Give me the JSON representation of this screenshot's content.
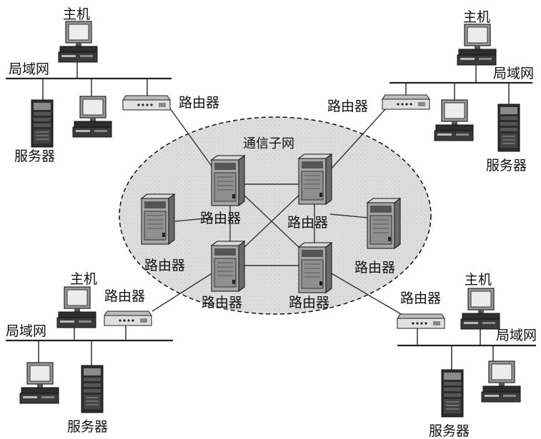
{
  "diagram": {
    "subnet_label": "通信子网",
    "groups": {
      "top_left": {
        "host": "主机",
        "lan": "局域网",
        "server": "服务器",
        "router": "路由器"
      },
      "top_right": {
        "host": "主机",
        "lan": "局域网",
        "server": "服务器",
        "router": "路由器"
      },
      "bottom_left": {
        "host": "主机",
        "lan": "局域网",
        "server": "服务器",
        "router": "路由器"
      },
      "bottom_right": {
        "host": "主机",
        "lan": "局域网",
        "server": "服务器",
        "router": "路由器"
      }
    },
    "core_routers": {
      "upper_center": "路由器",
      "upper_right": "路由器",
      "left": "路由器",
      "lower_center": "路由器",
      "right": "路由器"
    },
    "icons": {
      "host": "desktop-computer-icon",
      "server": "tower-server-icon",
      "router": "router-device-icon",
      "core_router": "core-router-cabinet-icon"
    },
    "colors": {
      "ink": "#111111",
      "cloud_fill": "#dcdcdc",
      "device_dark": "#2b2b2b",
      "device_mid": "#8c8c8c",
      "device_light": "#e6e6e6"
    }
  }
}
